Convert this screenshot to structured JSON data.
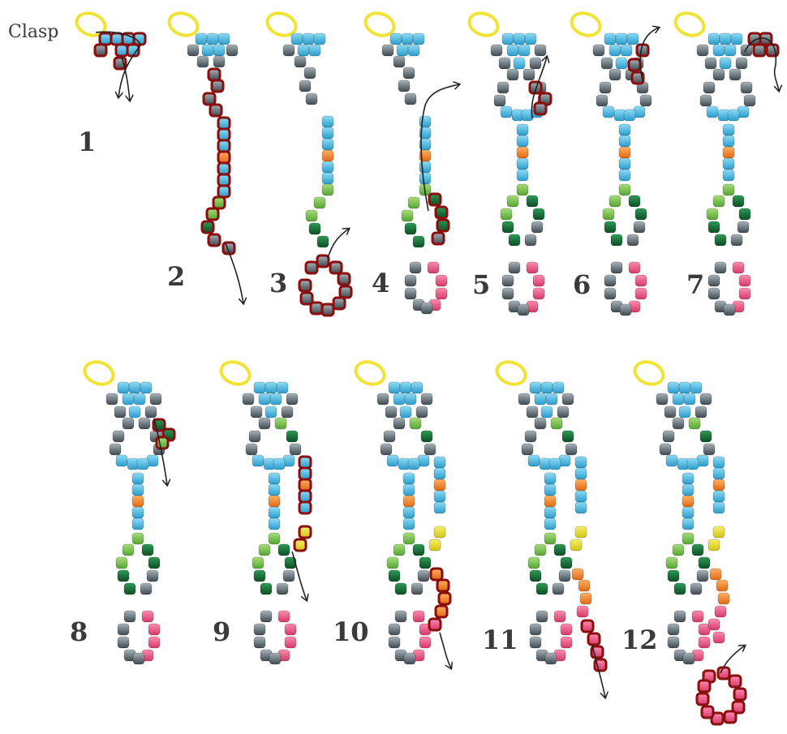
{
  "clasp_label": "Clasp",
  "step_numbers": [
    "1",
    "2",
    "3",
    "4",
    "5",
    "6",
    "7",
    "8",
    "9",
    "10",
    "11",
    "12"
  ],
  "colors": {
    "clasp_ring": "#f2e233",
    "top_bead": "#57c0e3",
    "grey_bead": "#6d7a80",
    "orange_bead": "#f08a2c",
    "light_green_bead": "#7bc24b",
    "dark_green_bead": "#15703a",
    "pink_bead": "#e8547f",
    "yellow_bead": "#eadd2a",
    "highlight_outline": "#8b0d0d",
    "thread": "#222222"
  }
}
